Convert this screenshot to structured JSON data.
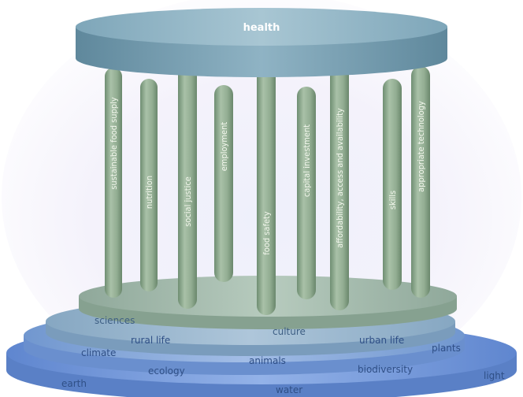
{
  "roof": {
    "label": "health"
  },
  "pillars": [
    {
      "id": "sustainable-food-supply",
      "label": "sustainable food supply"
    },
    {
      "id": "nutrition",
      "label": "nutrition"
    },
    {
      "id": "social-justice",
      "label": "social justice"
    },
    {
      "id": "employment",
      "label": "employment"
    },
    {
      "id": "food-safety",
      "label": "food safety"
    },
    {
      "id": "capital-investment",
      "label": "capital investment"
    },
    {
      "id": "affordability",
      "label": "affordability, access and availability"
    },
    {
      "id": "skills",
      "label": "skills"
    },
    {
      "id": "appropriate-technology",
      "label": "appropriate technology"
    }
  ],
  "tiers": {
    "top": [
      "sciences",
      "culture"
    ],
    "middle": [
      "rural life",
      "urban life"
    ],
    "lower": [
      "climate",
      "plants",
      "ecology",
      "animals",
      "biodiversity"
    ],
    "base": [
      "earth",
      "light",
      "water"
    ]
  },
  "colors": {
    "pillar": "#93ae93",
    "roof": "#6f9ab0",
    "tier_top": "#9fb6a8",
    "tier_mid": "#8fb0c8",
    "tier_low": "#7fa3d8",
    "tier_base": "#6d93d8",
    "tier_text": "#2f4f86"
  }
}
